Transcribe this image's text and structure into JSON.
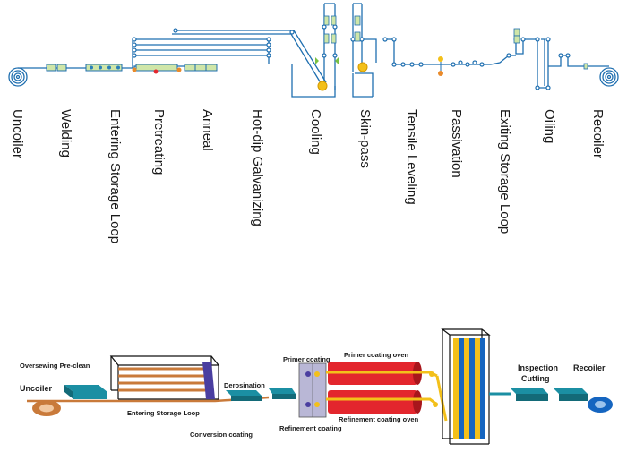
{
  "colors": {
    "line": "#1f6fb0",
    "roller": "#2a7fb8",
    "yellow": "#f3c01a",
    "orange": "#e98a2a",
    "green": "#7ac143",
    "teal": "#1b8fa3",
    "red": "#e3262d",
    "blue": "#1565c0",
    "copper": "#c97a3a",
    "lightgreen": "#cfe6a8"
  },
  "top_diagram": {
    "steps": [
      "Uncoiler",
      "Welding",
      "Entering Storage Loop",
      "Pretreating",
      "Anneal",
      "Hot-dip Galvanizing",
      "Cooling",
      "Skin-pass",
      "Tensile Leveling",
      "Passivation",
      "Exiting Storage Loop",
      "Oiling",
      "Recoiler"
    ]
  },
  "bottom_diagram": {
    "labels": {
      "oversewing": "Oversewing Pre-clean",
      "uncoiler": "Uncoiler",
      "entering_loop": "Entering Storage Loop",
      "derosination": "Derosination",
      "conversion": "Conversion coating",
      "primer_coating": "Primer coating",
      "primer_oven": "Primer coating oven",
      "refinement_oven": "Refinement coating oven",
      "refinement_coating": "Refinement coating",
      "inspection": "Inspection",
      "cutting": "Cutting",
      "recoiler": "Recoiler"
    }
  }
}
